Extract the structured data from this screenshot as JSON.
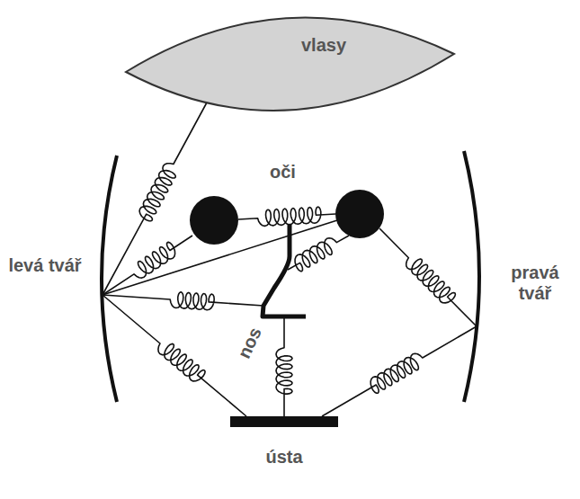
{
  "diagram": {
    "nodes": [
      {
        "text": [
          "vlasy"
        ]
      },
      {
        "text": [
          "levá tvář"
        ]
      },
      {
        "text": [
          "pravá tvář"
        ]
      },
      {
        "text": [
          "nos"
        ]
      },
      {
        "text": [
          "ústa"
        ]
      }
    ],
    "edges": [
      {
        "from": 0,
        "to": 1,
        "arrow": "none"
      },
      {
        "from": 1,
        "to": 3,
        "arrow": "none"
      },
      {
        "from": 1,
        "to": 4,
        "arrow": "none"
      },
      {
        "from": 3,
        "to": 4,
        "arrow": "none"
      },
      {
        "from": 2,
        "to": 4,
        "arrow": "none"
      }
    ],
    "labels": [
      "oči"
    ]
  }
}
